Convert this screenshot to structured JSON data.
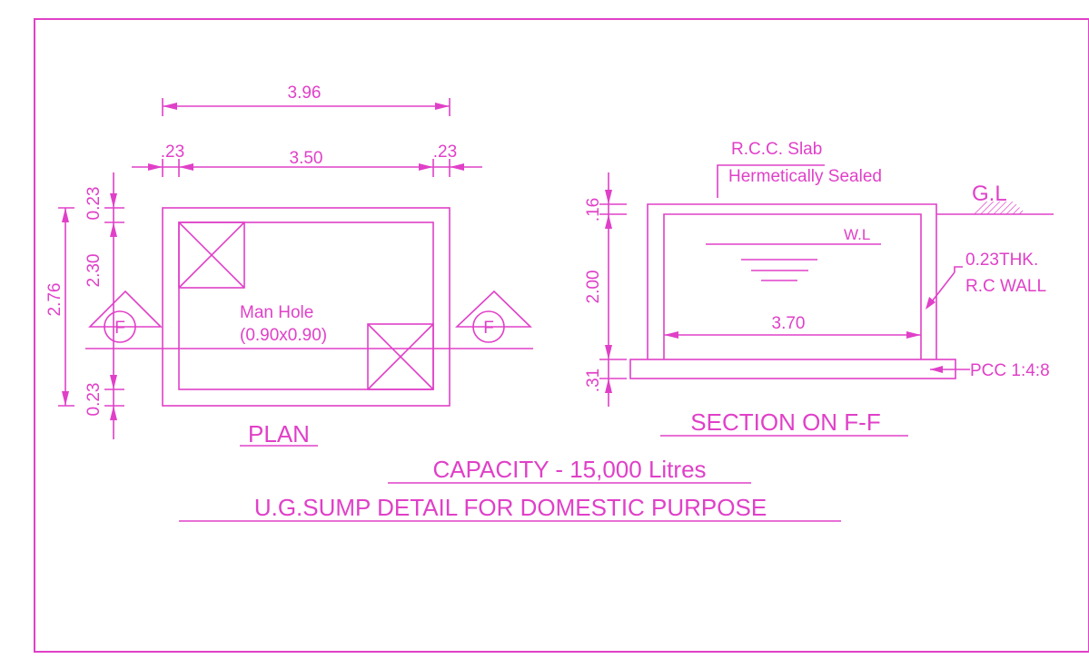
{
  "colors": {
    "line": "#E040C8",
    "background": "#ffffff"
  },
  "plan": {
    "title": "PLAN",
    "dim_overall": "3.96",
    "dim_left_wall": ".23",
    "dim_inner": "3.50",
    "dim_right_wall": ".23",
    "dim_top_wall": "0.23",
    "dim_inner_height": "2.30",
    "dim_bottom_wall": "0.23",
    "dim_total_height": "2.76",
    "section_mark": "F",
    "manhole_label": "Man Hole",
    "manhole_size": "(0.90x0.90)"
  },
  "section": {
    "title": "SECTION ON F-F",
    "slab_label": "R.C.C. Slab",
    "slab_note": "Hermetically Sealed",
    "ground_level": "G.L",
    "water_level": "W.L",
    "wall_thickness": "0.23THK.",
    "wall_type": "R.C WALL",
    "dim_slab": ".16",
    "dim_depth": "2.00",
    "dim_base": ".31",
    "dim_inner_width": "3.70",
    "pcc_label": "PCC 1:4:8"
  },
  "titles": {
    "capacity": "CAPACITY - 15,000 Litres",
    "main": "U.G.SUMP DETAIL FOR DOMESTIC PURPOSE"
  }
}
